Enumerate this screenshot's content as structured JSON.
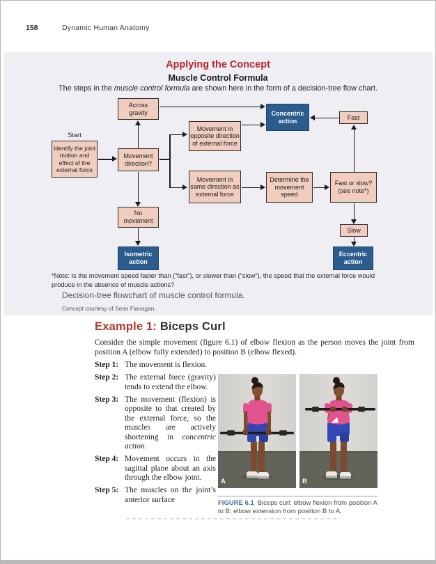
{
  "page": {
    "number": "158",
    "book_title": "Dynamic Human Anatomy"
  },
  "panel": {
    "title": "Applying the Concept",
    "subtitle": "Muscle Control Formula",
    "intro_pre": "The steps in the ",
    "intro_italic": "muscle control formula",
    "intro_post": " are shown here in the form of a decision-tree flow chart.",
    "note": "*Note: Is the movement speed faster than (“fast”), or slower than (“slow”), the speed that the external force would produce in the absence of muscle actions?",
    "caption": "Decision-tree flowchart of muscle control formula.",
    "credit": "Concept courtesy of Sean Flanagan."
  },
  "flow": {
    "start_label": "Start",
    "nodes": {
      "across_gravity": "Across gravity",
      "identify": "Identify the joint motion and effect of the external force",
      "direction": "Movement direction?",
      "opposite": "Movement in opposite direction of external force",
      "same": "Movement in same direction as external force",
      "concentric": "Concentric action",
      "fast": "Fast",
      "determine": "Determine the movement speed",
      "fast_or_slow": "Fast or slow? (see note*)",
      "no_movement": "No movement",
      "isometric": "Isometric action",
      "slow": "Slow",
      "eccentric": "Eccentric action"
    }
  },
  "example": {
    "heading_red": "Example 1:",
    "heading_black": " Biceps Curl",
    "intro": "Consider the simple movement (figure 6.1) of elbow flexion as the person moves the joint from position A (elbow fully extended) to position B (elbow flexed).",
    "steps": [
      {
        "label": "Step 1:",
        "text": "The movement is flexion."
      },
      {
        "label": "Step 2:",
        "text": "The external force (gravity) tends to extend the elbow."
      },
      {
        "label": "Step 3:",
        "text": "The movement (flexion) is opposite to that created by the external force, so the muscles are actively shortening in ",
        "italic": "concentric action",
        "post": "."
      },
      {
        "label": "Step 4:",
        "text": "Movement occurs in the sagittal plane about an axis through the elbow joint."
      },
      {
        "label": "Step 5:",
        "text": "The muscles on the joint’s anterior surface"
      }
    ]
  },
  "figure": {
    "label_a": "A",
    "label_b": "B",
    "caption_label": "FIGURE 6.1",
    "caption_text": "Biceps curl: elbow flexion from position A to B; elbow extension from position B to A."
  },
  "colors": {
    "panel_bg": "#eeeef3",
    "flow_box": "#f0cdbf",
    "flow_box_blue": "#2b5c8e",
    "heading_red": "#b3282e",
    "example_red": "#b13827",
    "figure_label_blue": "#44719f",
    "bottom_bar": "#b9b9b9"
  }
}
